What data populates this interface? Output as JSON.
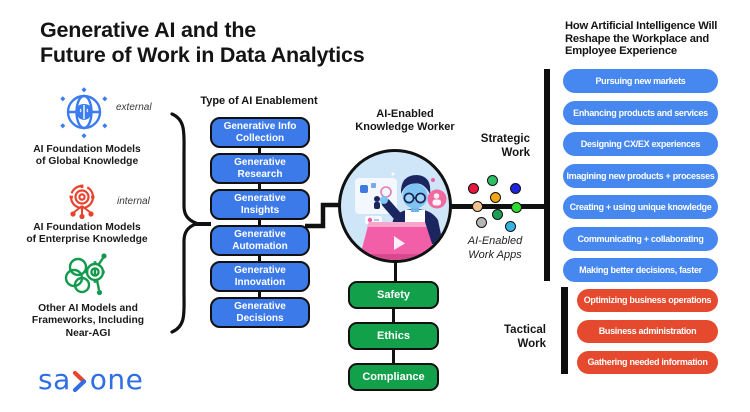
{
  "title": "Generative AI and the\nFuture of Work in Data Analytics",
  "logo": {
    "pre": "sa",
    "post": "one",
    "blue": "#2f6ee3",
    "red": "#e8432e"
  },
  "ai_sources": {
    "items": [
      {
        "tag": "external",
        "label": "AI Foundation Models\nof Global Knowledge",
        "icon": "globe-brain-icon",
        "color": "#3b7cf0"
      },
      {
        "tag": "internal",
        "label": "AI Foundation Models\nof Enterprise Knowledge",
        "icon": "gear-network-icon",
        "color": "#e8432e"
      },
      {
        "tag": "",
        "label": "Other AI Models and\nFrameworks, Including\nNear-AGI",
        "icon": "brain-gear-icon",
        "color": "#149a4e"
      }
    ]
  },
  "enablement": {
    "header": "Type of AI Enablement",
    "box_color": "#3d7ae9",
    "items": [
      "Generative Info\nCollection",
      "Generative\nResearch",
      "Generative\nInsights",
      "Generative\nAutomation",
      "Generative\nInnovation",
      "Generative\nDecisions"
    ]
  },
  "worker": {
    "label": "AI-Enabled\nKnowledge Worker"
  },
  "governance": {
    "color": "#12a04b",
    "items": [
      "Safety",
      "Ethics",
      "Compliance"
    ]
  },
  "strategic": {
    "label": "Strategic\nWork"
  },
  "tactical": {
    "label": "Tactical\nWork"
  },
  "work_apps": {
    "label": "AI-Enabled\nWork Apps"
  },
  "app_dots": [
    {
      "name": "dot-green",
      "color": "#2fbe68"
    },
    {
      "name": "dot-red",
      "color": "#e8173f"
    },
    {
      "name": "dot-blue",
      "color": "#2023dd"
    },
    {
      "name": "dot-amber",
      "color": "#f2a71b"
    },
    {
      "name": "dot-peach",
      "color": "#f6c290"
    },
    {
      "name": "dot-lime",
      "color": "#2fdd31"
    },
    {
      "name": "dot-dark-green",
      "color": "#1d9e53"
    },
    {
      "name": "dot-gray",
      "color": "#b5b5b5"
    },
    {
      "name": "dot-cyan",
      "color": "#35b2e2"
    }
  ],
  "outcomes": {
    "header": "How Artificial Intelligence Will\nReshape the Workplace and\nEmployee Experience",
    "strategic_color": "#4687f0",
    "tactical_color": "#e64a2e",
    "strategic_items": [
      "Pursuing new markets",
      "Enhancing products and services",
      "Designing CX/EX experiences",
      "Imagining new products + processes",
      "Creating + using unique knowledge",
      "Communicating + collaborating",
      "Making better decisions, faster"
    ],
    "tactical_items": [
      "Optimizing business operations",
      "Business administration",
      "Gathering needed information"
    ]
  }
}
